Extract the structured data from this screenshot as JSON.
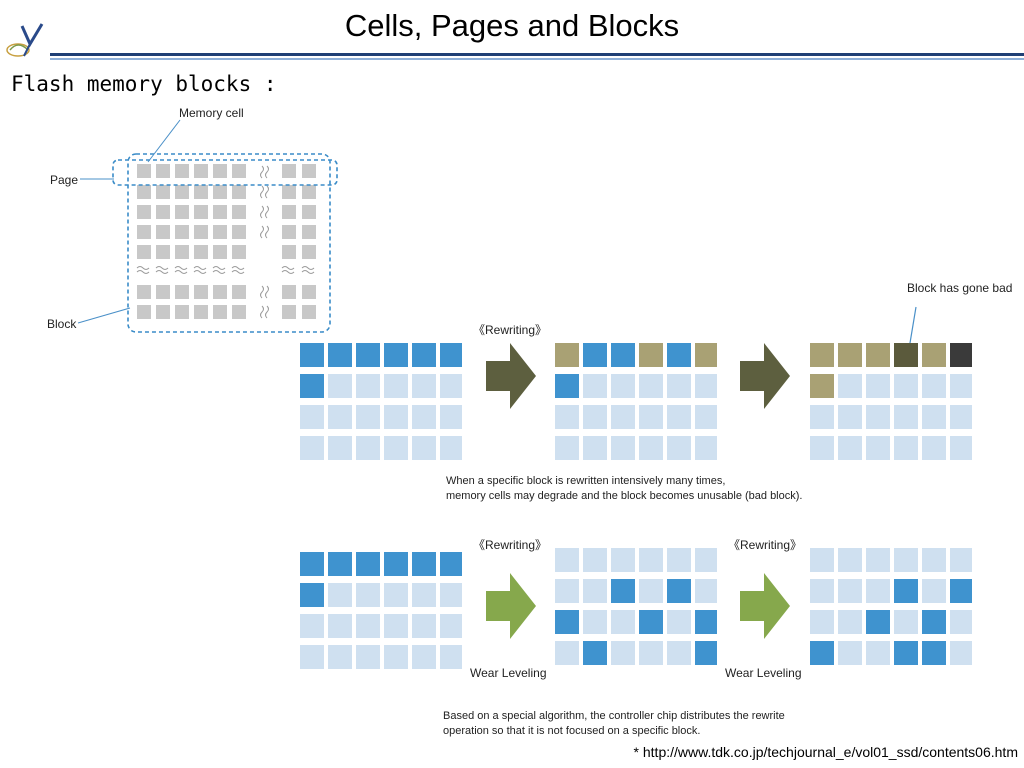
{
  "slide": {
    "title": "Cells, Pages and Blocks",
    "subtitle": "Flash memory blocks :",
    "footnote": "* http://www.tdk.co.jp/techjournal_e/vol01_ssd/contents06.htm"
  },
  "diagram1": {
    "label_memory_cell": "Memory cell",
    "label_page": "Page",
    "label_block": "Block"
  },
  "diagram2": {
    "rewriting_label": "《Rewriting》",
    "bad_label": "Block has gone bad",
    "caption_line1": "When a specific block is rewritten intensively many times,",
    "caption_line2": "memory cells may degrade and the block becomes unusable (bad block)."
  },
  "diagram3": {
    "rewriting_label_1": "《Rewriting》",
    "rewriting_label_2": "《Rewriting》",
    "wear_label_1": "Wear Leveling",
    "wear_label_2": "Wear Leveling",
    "caption_line1": "Based on a special algorithm, the controller chip distributes the rewrite",
    "caption_line2": "operation so that it is not focused on a specific block."
  },
  "colors": {
    "title_rule": "#1f3f75",
    "cell_gray": "#c8c8c8",
    "cell_light": "#cfe0f0",
    "cell_blue": "#3f93cf",
    "cell_olive": "#a9a174",
    "cell_dark_olive": "#5b5a3c",
    "cell_black": "#3a3a3a",
    "arrow_dark": "#5d5f3f",
    "arrow_green": "#86a84c",
    "dash_blue": "#3a8cc8"
  },
  "grids": {
    "bad_before": [
      "BBBBBB",
      "BLLLLL",
      "LLLLLL",
      "LLLLLL"
    ],
    "bad_middle": [
      "OBBOBO",
      "BLLLLL",
      "LLLLLL",
      "LLLLLL"
    ],
    "bad_after": [
      "OOODOK",
      "OLLLLL",
      "LLLLLL",
      "LLLLLL"
    ],
    "wl_before": [
      "BBBBBB",
      "BLLLLL",
      "LLLLLL",
      "LLLLLL"
    ],
    "wl_middle": [
      "LLLLLL",
      "LLBLBL",
      "BLLBLB",
      "LBLLLB"
    ],
    "wl_after": [
      "LLLLLL",
      "LLLBLB",
      "LLBLBL",
      "BLLBBL"
    ]
  }
}
